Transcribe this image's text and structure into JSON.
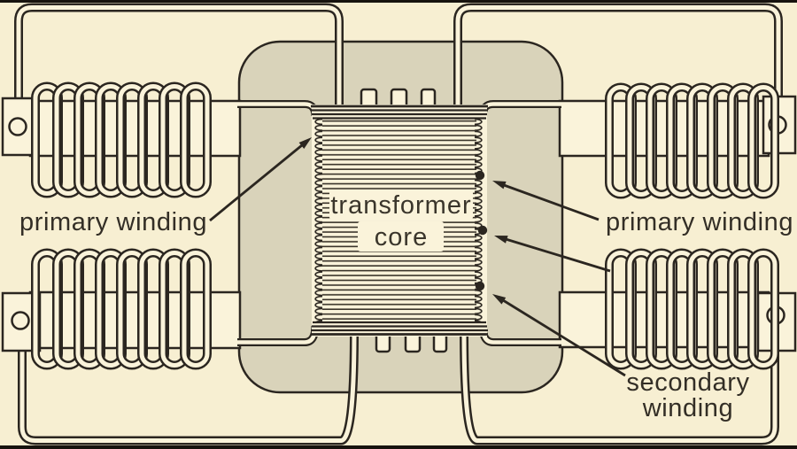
{
  "diagram": {
    "type": "transformer cutaway illustration",
    "labels": {
      "primary_left": "primary winding",
      "primary_right": "primary winding",
      "secondary_line1": "secondary",
      "secondary_line2": "winding",
      "core_line1": "transformer",
      "core_line2": "core"
    },
    "components": {
      "corner_coils": 4,
      "corner_coil_names": [
        "primary-coil-top-left",
        "primary-coil-top-right",
        "primary-coil-bottom-left",
        "primary-coil-bottom-right"
      ],
      "center_assembly": "secondary winding wound on transformer core",
      "terminal_blocks": 4
    },
    "colors": {
      "background": "#f7efd2",
      "core_fill": "#d9d3ba",
      "line": "#2b2620",
      "wire_fill": "#faf3da",
      "label_text": "#332e26",
      "muted_label_text": "#8d8779"
    }
  }
}
